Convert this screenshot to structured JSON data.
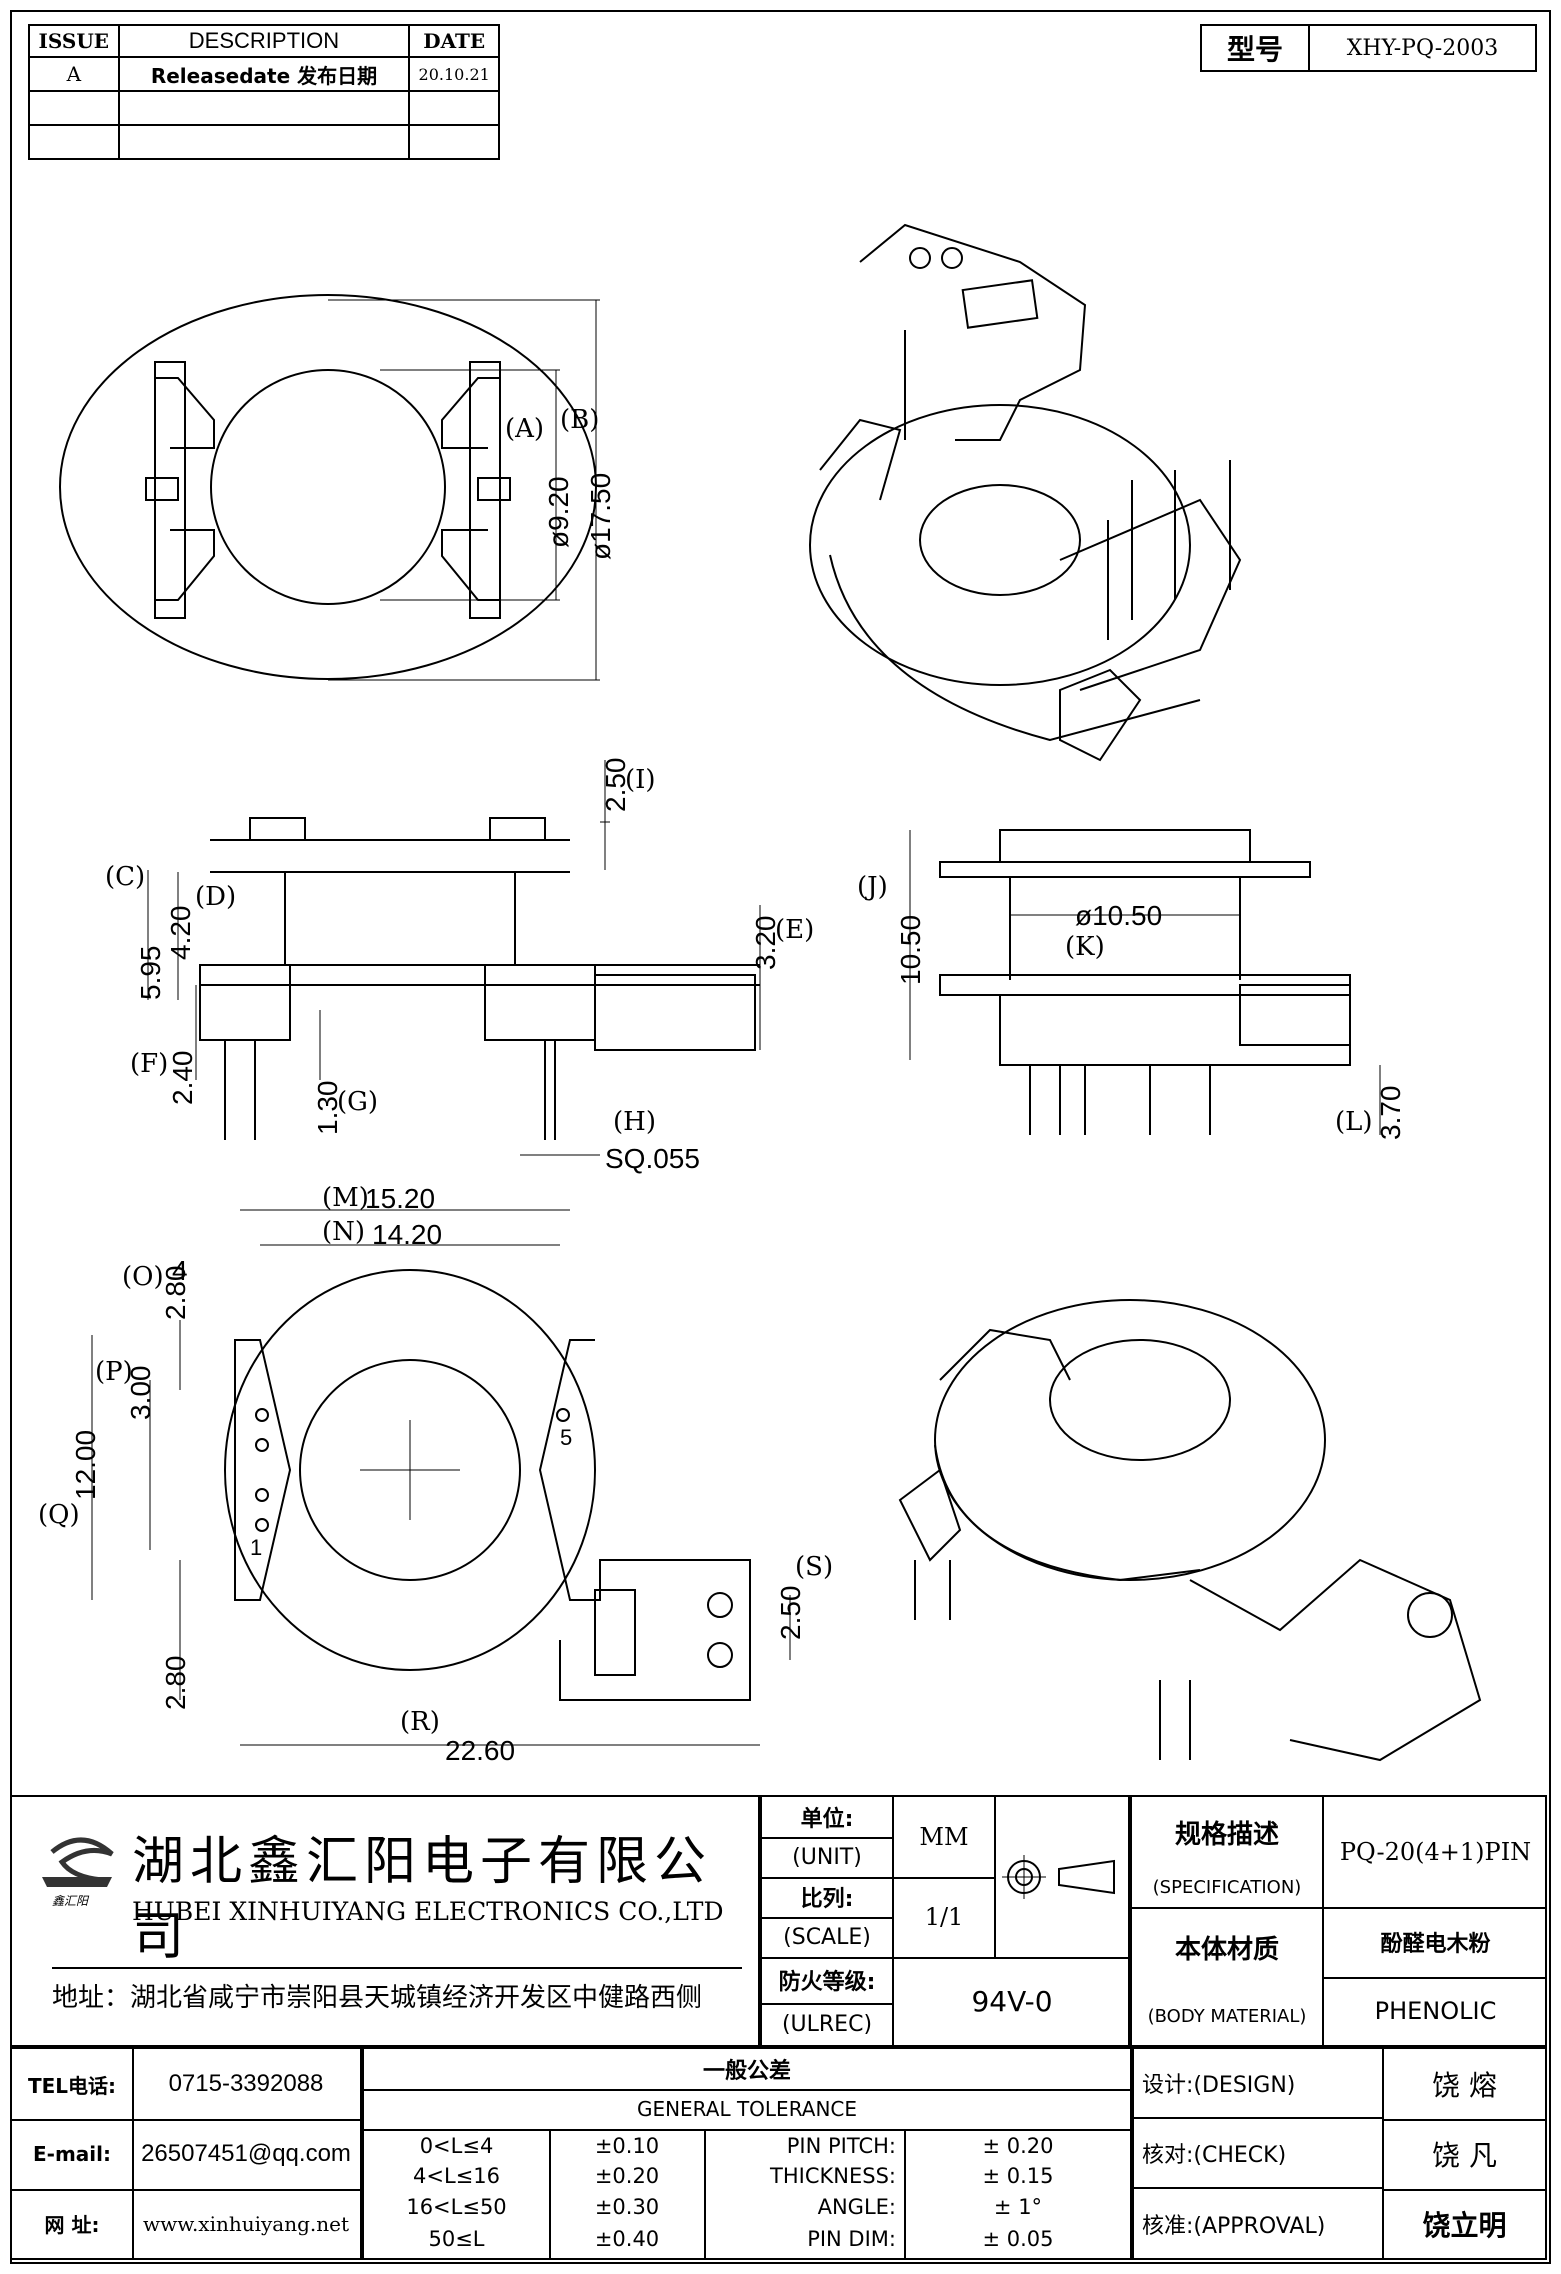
{
  "revision_table": {
    "headers": [
      "ISSUE",
      "DESCRIPTION",
      "DATE"
    ],
    "rows": [
      [
        "A",
        "Releasedate 发布日期",
        "20.10.21"
      ],
      [
        "",
        "",
        ""
      ],
      [
        "",
        "",
        ""
      ]
    ]
  },
  "model": {
    "label": "型号",
    "value": "XHY-PQ-2003"
  },
  "dimensions": {
    "A": "(A)",
    "B": "(B)",
    "C": "(C)",
    "D": "(D)",
    "E": "(E)",
    "F": "(F)",
    "G": "(G)",
    "H": "(H)",
    "I": "(I)",
    "J": "(J)",
    "K": "(K)",
    "L": "(L)",
    "M": "(M)",
    "N": "(N)",
    "O": "(O)",
    "P": "(P)",
    "Q": "(Q)",
    "R": "(R)",
    "S": "(S)",
    "v_9_20": "ø9.20",
    "v_17_50": "ø17.50",
    "v_2_50_i": "2.50",
    "v_5_95": "5.95",
    "v_4_20": "4.20",
    "v_3_20": "3.20",
    "v_2_40": "2.40",
    "v_1_30": "1.30",
    "v_sq": "SQ.055",
    "v_10_50": "10.50",
    "v_d10_50": "ø10.50",
    "v_3_70": "3.70",
    "v_15_20": "15.20",
    "v_14_20": "14.20",
    "v_2_80_top": "2.80",
    "v_3_00": "3.00",
    "v_12_00": "12.00",
    "v_2_80_bot": "2.80",
    "v_2_50_s": "2.50",
    "v_22_60": "22.60",
    "pin_4": "4",
    "pin_1": "1",
    "pin_5": "5"
  },
  "company": {
    "name_cn": "湖北鑫汇阳电子有限公司",
    "name_en": "HUBEI XINHUIYANG ELECTRONICS CO.,LTD",
    "address": "地址：湖北省咸宁市崇阳县天城镇经济开发区中健路西侧",
    "logo_text": "鑫汇阳"
  },
  "title_block": {
    "unit_cn": "单位:",
    "unit_en": "(UNIT)",
    "unit_val": "MM",
    "scale_cn": "比列:",
    "scale_en": "(SCALE)",
    "scale_val": "1/1",
    "ulrec_cn": "防火等级:",
    "ulrec_en": "(ULREC)",
    "ulrec_val": "94V-0",
    "spec_cn": "规格描述",
    "spec_en": "(SPECIFICATION)",
    "spec_val": "PQ-20(4+1)PIN",
    "body_cn": "本体材质",
    "body_en": "(BODY MATERIAL)",
    "body_val_cn": "酚醛电木粉",
    "body_val_en": "PHENOLIC"
  },
  "contact": {
    "tel_label": "TEL电话:",
    "tel": "0715-3392088",
    "email_label": "E-mail:",
    "email": "26507451@qq.com",
    "web_label": "网  址:",
    "web": "www.xinhuiyang.net"
  },
  "tolerance": {
    "title_cn": "一般公差",
    "title_en": "GENERAL TOLERANCE",
    "ranges": [
      [
        "0<L≤4",
        "±0.10"
      ],
      [
        "4<L≤16",
        "±0.20"
      ],
      [
        "16<L≤50",
        "±0.30"
      ],
      [
        "50≤L",
        "±0.40"
      ]
    ],
    "items": [
      [
        "PIN PITCH:",
        "± 0.20"
      ],
      [
        "THICKNESS:",
        "± 0.15"
      ],
      [
        "ANGLE:",
        "± 1°"
      ],
      [
        "PIN DIM:",
        "± 0.05"
      ]
    ]
  },
  "approvals": {
    "design_label": "设计:(DESIGN)",
    "design_name": "饶 熔",
    "check_label": "核对:(CHECK)",
    "check_name": "饶 凡",
    "approval_label": "核准:(APPROVAL)",
    "approval_name": "饶立明"
  }
}
